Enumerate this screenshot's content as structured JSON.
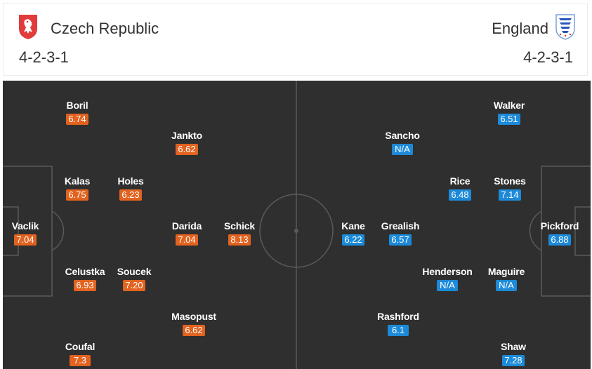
{
  "home": {
    "name": "Czech Republic",
    "formation": "4-2-3-1",
    "crest_icon": "czech-lion-crest-icon",
    "rating_color": "#e2621f",
    "players": [
      {
        "name": "Boril",
        "rating": "6.74"
      },
      {
        "name": "Jankto",
        "rating": "6.62"
      },
      {
        "name": "Kalas",
        "rating": "6.75"
      },
      {
        "name": "Holes",
        "rating": "6.23"
      },
      {
        "name": "Vaclik",
        "rating": "7.04"
      },
      {
        "name": "Darida",
        "rating": "7.04"
      },
      {
        "name": "Schick",
        "rating": "8.13"
      },
      {
        "name": "Celustka",
        "rating": "6.93"
      },
      {
        "name": "Soucek",
        "rating": "7.20"
      },
      {
        "name": "Masopust",
        "rating": "6.62"
      },
      {
        "name": "Coufal",
        "rating": "7.3"
      }
    ]
  },
  "away": {
    "name": "England",
    "formation": "4-2-3-1",
    "crest_icon": "three-lions-crest-icon",
    "rating_color": "#1c8ad9",
    "players": [
      {
        "name": "Walker",
        "rating": "6.51"
      },
      {
        "name": "Sancho",
        "rating": "N/A"
      },
      {
        "name": "Rice",
        "rating": "6.48"
      },
      {
        "name": "Stones",
        "rating": "7.14"
      },
      {
        "name": "Kane",
        "rating": "6.22"
      },
      {
        "name": "Grealish",
        "rating": "6.57"
      },
      {
        "name": "Pickford",
        "rating": "6.88"
      },
      {
        "name": "Henderson",
        "rating": "N/A"
      },
      {
        "name": "Maguire",
        "rating": "N/A"
      },
      {
        "name": "Rashford",
        "rating": "6.1"
      },
      {
        "name": "Shaw",
        "rating": "7.28"
      }
    ]
  },
  "pitch": {
    "background": "#2f2f2f",
    "line_color": "#5a5a5a"
  }
}
